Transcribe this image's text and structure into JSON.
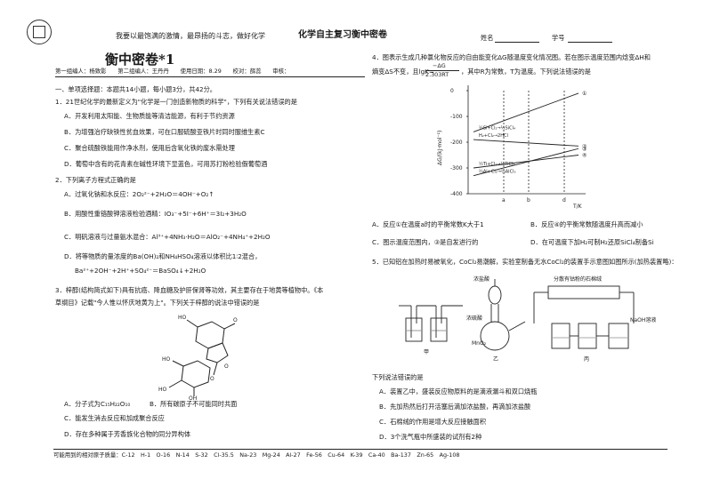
{
  "header": {
    "motto": "我要以最饱满的激情，最昂扬的斗志，做好化学",
    "series_title": "化学自主复习衡中密卷",
    "name_label": "姓名",
    "number_label": "学号"
  },
  "paper": {
    "title": "衡中密卷*1",
    "meta": "第一组编人：杨致影　　第二组编人：王丹丹　　使用日期：8.29　　校对：薛蕊　　审核：",
    "section1": "一、单项选择题：本题共14小题，每小题3分，共42分。"
  },
  "q1": {
    "stem": "1．21世纪化学的最新定义为\"化学是一门创造新物质的科学\"，下列有关说法错误的是",
    "options": [
      "A．开发利用太阳能、生物质能等清洁能源，有利于节约资源",
      "B．为增强治疗缺铁性贫血效果，可在口服硫酸亚铁片时同时服维生素C",
      "C．聚合硫酸铁能用作净水剂，使用后含氧化铁的废水需处理",
      "D．葡萄中含有的花青素在碱性环境下显蓝色，可用苏打粉检验假葡萄酒"
    ]
  },
  "q2": {
    "stem": "2．下列离子方程式正确的是",
    "options": [
      "A．过氧化钠和水反应：2O₂²⁻+2H₂O＝4OH⁻+O₂↑",
      "B．用酸性重铬酸钾溶液检验酒精：IO₃⁻+5I⁻+6H⁺＝3I₂+3H₂O",
      "C．明矾溶液与过量氨水混合：Al³⁺+4NH₃·H₂O＝AlO₂⁻+4NH₄⁺+2H₂O",
      "D．将等物质的量浓度的Ba(OH)₂和NH₄HSO₄溶液以体积比1∶2混合，",
      "Ba²⁺+2OH⁻+2H⁺+SO₄²⁻＝BaSO₄↓+2H₂O"
    ]
  },
  "q3": {
    "stem1": "3．梓醇(结构简式如下)具有抗癌、降血糖及护肝保肾等功效，其主要存在于地黄等植物中。《本",
    "stem2": "草纲目》记载\"今人惟以怀庆地黄为上\"。下列关于梓醇的说法中错误的是",
    "options_row1": [
      "A．分子式为C₁₅H₂₂O₁₀",
      "B．所有碳原子不可能同时共面"
    ],
    "options": [
      "C．能发生消去反应和加成聚合反应",
      "D．存在多种属于芳香族化合物的同分异构体"
    ]
  },
  "q4": {
    "stem1": "4．图表示生成几种氯化物反应的自由能变化ΔG随温度变化情况图。若在图示温度范围内焓变ΔH和",
    "stem2": "熵变ΔS不变，且lgK=",
    "formula_num": "−ΔG",
    "formula_den": "2.303RT",
    "stem3": "，其中R为常数，T为温度。下列说法错误的是",
    "options_row1": [
      "A．反应①在温度a时的平衡常数K大于1",
      "B．反应④的平衡常数随温度升高而减小"
    ],
    "options_row2": [
      "C．图示温度范围内，③是自发进行的",
      "D．在可温度下加H₂可制H₂还原SiCl₄制备Si"
    ]
  },
  "q5": {
    "stem": "5．已知铝在加热时易被氧化，CoCl₂易潮解，实验室制备无水CoCl₂的装置手示意图如图所示(加热装置略)：",
    "stem2": "下列说法错误的是",
    "options": [
      "A．装置乙中，盛装反应物原料的是滴液漏斗和双口烧瓶",
      "B．先加热然后打开活塞后滴加浓盐酸，再滴加浓盐酸",
      "C．石棉绒的作用是增大反应接触面积",
      "D．3个洗气瓶中所盛装的试剂有2种"
    ],
    "labels": {
      "funnel": "浓盐酸",
      "flask": "浓硫酸",
      "asbestos": "分散有钴粉的石棉绒",
      "naoh": "NaOH溶液",
      "jia": "甲",
      "yi": "乙",
      "bing": "丙",
      "mno2": "MnO₂"
    }
  },
  "chart_data": {
    "type": "line",
    "xlabel": "T/K",
    "ylabel": "ΔG/(kJ·mol⁻¹)",
    "ylim": [
      -400,
      0
    ],
    "yticks": [
      0,
      -100,
      -200,
      -300,
      -400
    ],
    "xticks": [
      "a",
      "b",
      "d"
    ],
    "series": [
      {
        "name": "①",
        "label": "½Si+Cl₂→½SiCl₄"
      },
      {
        "name": "②",
        "label": "H₂+Cl₂→2HCl"
      },
      {
        "name": "③",
        "label": "⅔Al+Cl₂→⅔AlCl₃"
      },
      {
        "name": "④",
        "label": "½Ti+Cl₂→½TiCl₄"
      }
    ],
    "circle_labels": [
      "①",
      "②",
      "③",
      "④"
    ]
  },
  "footer": "可能用到的相对原子质量：C-12　H-1　O-16　N-14　S-32　Cl-35.5　Na-23　Mg-24　Al-27　Fe-56　Cu-64　K-39　Ca-40　Ba-137　Zn-65　Ag-108"
}
